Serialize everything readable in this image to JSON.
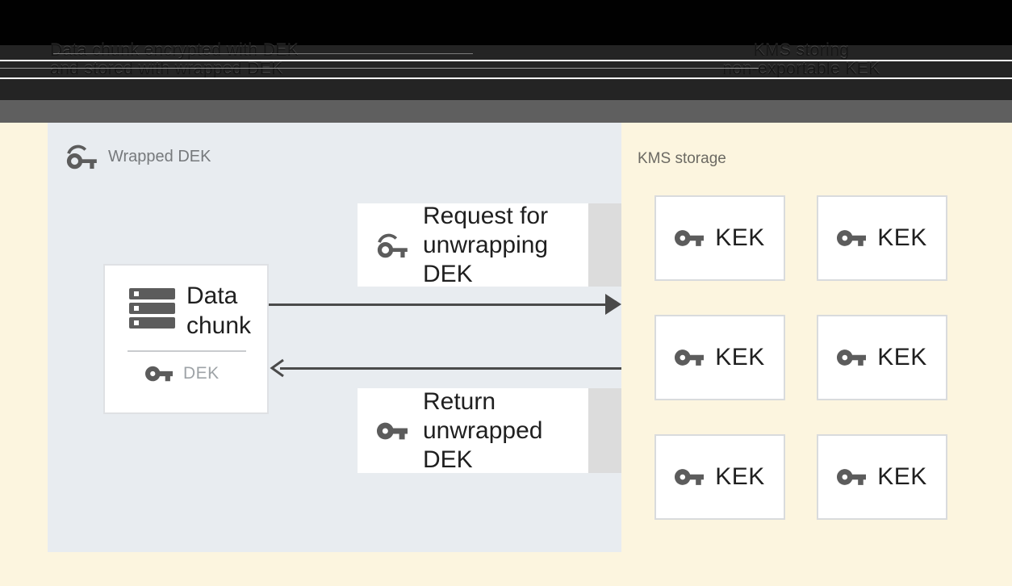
{
  "header": {
    "left_line1": "Data chunk encrypted with DEK",
    "left_line2": "and stored with wrapped DEK",
    "right_line1": "KMS storing",
    "right_line2": "non-exportable KEK"
  },
  "panel": {
    "label": "Wrapped DEK"
  },
  "data_chunk": {
    "line1": "Data",
    "line2": "chunk",
    "dek_label": "DEK"
  },
  "request_box": {
    "line1": "Request for",
    "line2": "unwrapping DEK"
  },
  "return_box": {
    "line1": "Return",
    "line2": "unwrapped DEK"
  },
  "kms": {
    "label": "KMS storage",
    "kek_boxes": [
      {
        "label": "KEK"
      },
      {
        "label": "KEK"
      },
      {
        "label": "KEK"
      },
      {
        "label": "KEK"
      },
      {
        "label": "KEK"
      },
      {
        "label": "KEK"
      }
    ]
  },
  "colors": {
    "cream_bg": "#FCF5DF",
    "panel_bg": "#E8ECF0",
    "header_black": "#010101",
    "header_dark": "#242424",
    "band_gray": "#5F5F5F",
    "box_shadow_gray": "#DCDCDC",
    "icon_gray": "#5C5C5C",
    "arrow_gray": "#4A4A4A",
    "text_dark": "#1F1F1F",
    "muted_label_gray": "#76797C",
    "dek_label_gray": "#9EA3A7",
    "kms_label_gray": "#6C6A63"
  }
}
